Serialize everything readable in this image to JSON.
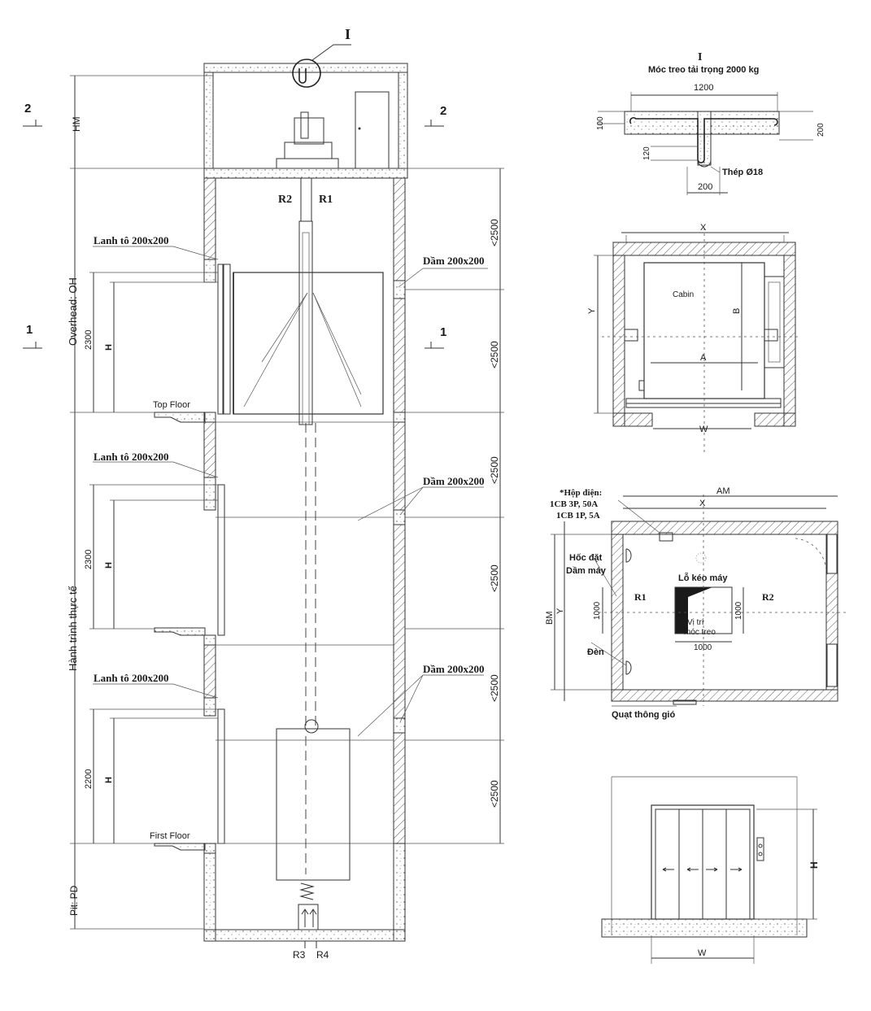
{
  "section": {
    "detail_mark": "I",
    "cut_marks": [
      "2",
      "2",
      "1",
      "1"
    ],
    "labels": {
      "hm": "HM",
      "overhead": "Overhead: OH",
      "travel": "Hành trình thực tế",
      "pit": "Pit: PD",
      "top_floor": "Top Floor",
      "first_floor": "First Floor",
      "r1": "R1",
      "r2": "R2",
      "r3": "R3",
      "r4": "R4"
    },
    "floors": [
      {
        "lintel": "Lanh tô 200x200",
        "height_dim": "2300",
        "h": "H",
        "beam": "Dầm 200x200",
        "span": "<2500",
        "span_upper": "<2500"
      },
      {
        "lintel": "Lanh tô 200x200",
        "height_dim": "2300",
        "h": "H",
        "beam": "Dầm 200x200",
        "span": "<2500",
        "span_upper": "<2500"
      },
      {
        "lintel": "Lanh tô 200x200",
        "height_dim": "2200",
        "h": "H",
        "beam": "Dầm 200x200",
        "span": "<2500",
        "span_upper": "<2500"
      }
    ]
  },
  "hook_detail": {
    "mark": "I",
    "title": "Móc treo tải trọng 2000 kg",
    "dim_width": "1200",
    "dim_left": "100",
    "dim_right": "200",
    "dim_hook": "120",
    "dim_bottom": "200",
    "steel": "Thép Ø18"
  },
  "plan": {
    "x": "X",
    "y": "Y",
    "b": "B",
    "a": "A",
    "w": "W",
    "cabin": "Cabin"
  },
  "machine_room": {
    "am": "AM",
    "x": "X",
    "bm": "BM",
    "y": "Y",
    "electric_box": [
      "*Hộp điện:",
      "1CB 3P, 50A",
      "1CB 1P, 5A"
    ],
    "beam_recess": [
      "Hốc đặt",
      "Dầm máy"
    ],
    "traction_hole": "Lỗ kéo máy",
    "hook_position": [
      "Vị trí",
      "móc treo"
    ],
    "lamp": "Đèn",
    "fan": "Quạt thông gió",
    "r1": "R1",
    "r2": "R2",
    "dim_1000_left": "1000",
    "dim_1000_right": "1000",
    "dim_1000_bottom": "1000"
  },
  "door_elevation": {
    "h": "H",
    "w": "W"
  }
}
